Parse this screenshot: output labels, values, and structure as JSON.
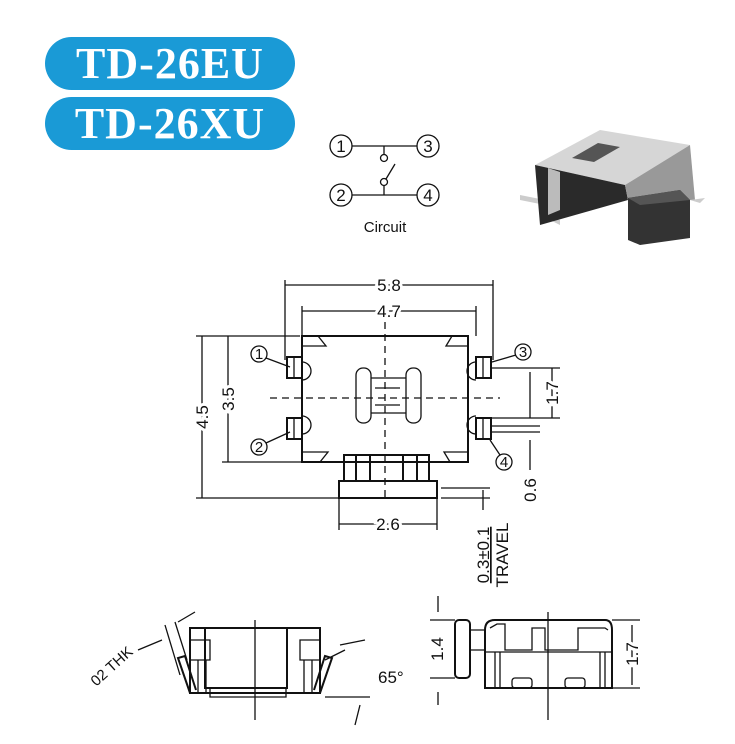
{
  "badges": [
    "TD-26EU",
    "TD-26XU"
  ],
  "circuit": {
    "pins": [
      "1",
      "2",
      "3",
      "4"
    ],
    "label": "Circuit"
  },
  "dimensions": {
    "width_outer": "5.8",
    "width_body": "4.7",
    "height_outer": "4.5",
    "height_body": "3.5",
    "pin_pitch": "1.7",
    "pin_width": "0.6",
    "actuator_width": "2.6",
    "travel_value": "0.3±0.1",
    "travel_label": "TRAVEL",
    "thickness": "02 THK",
    "angle": "65°",
    "actuator_height": "1.4",
    "total_height": "1.7"
  },
  "colors": {
    "badge": "#1a9ad6"
  }
}
